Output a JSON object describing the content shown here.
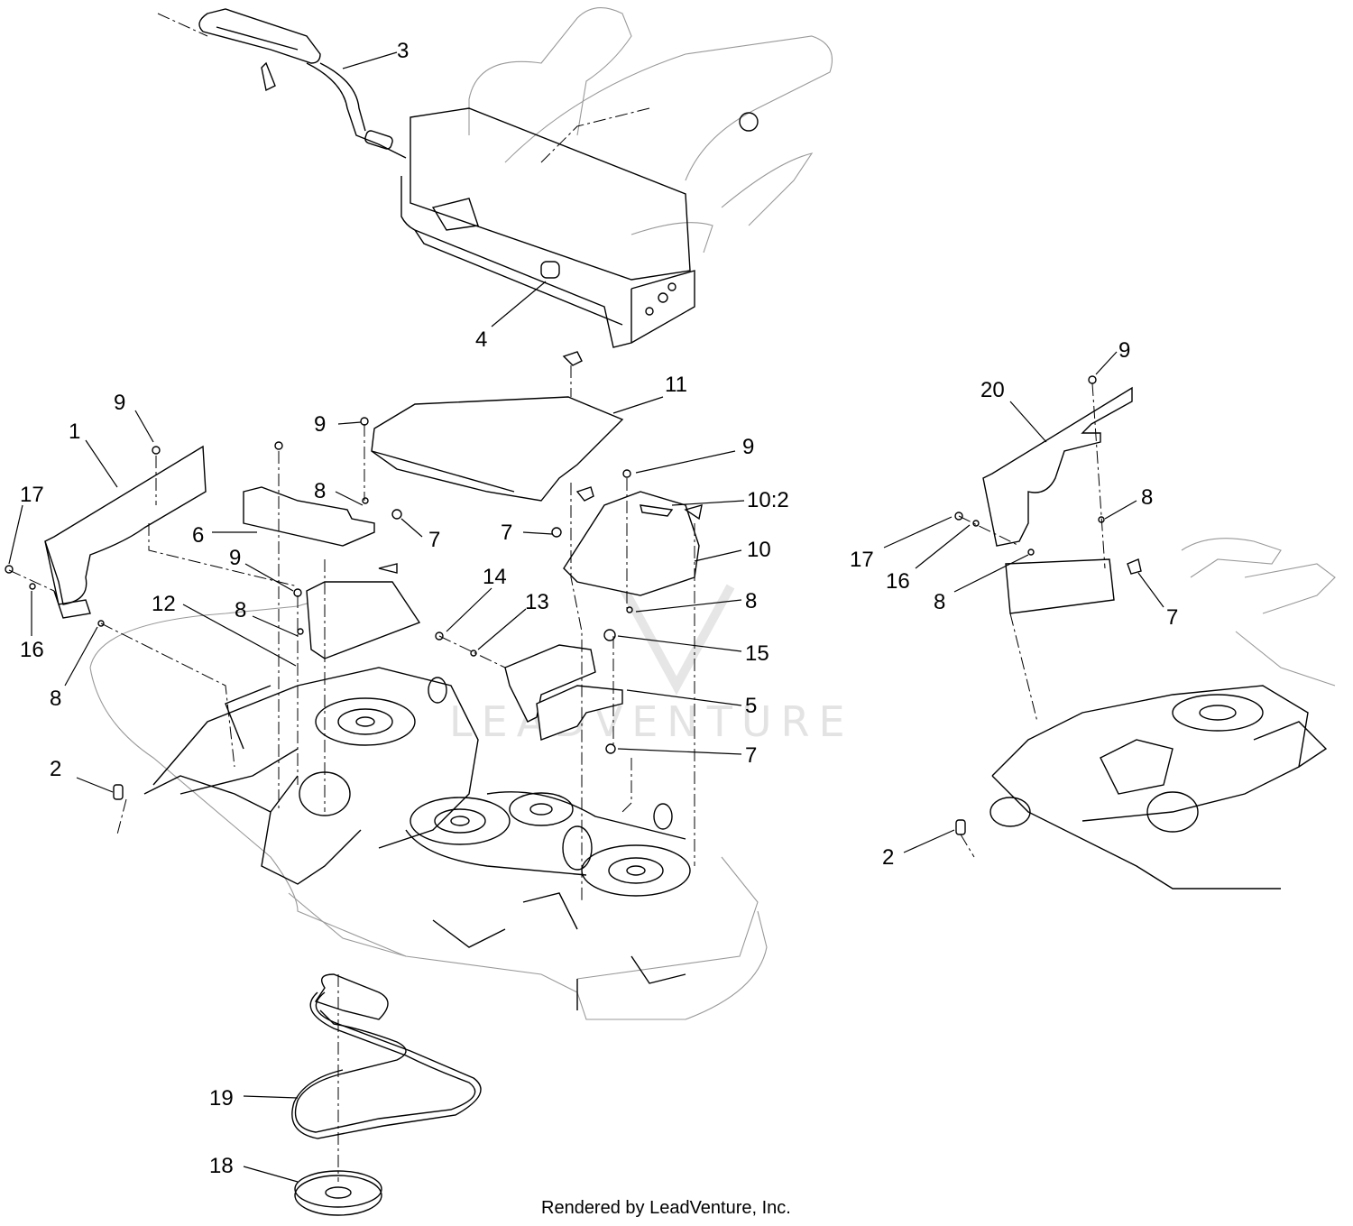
{
  "diagram": {
    "callouts": [
      {
        "id": "c3",
        "label": "3"
      },
      {
        "id": "c4",
        "label": "4"
      },
      {
        "id": "c9a",
        "label": "9"
      },
      {
        "id": "c1",
        "label": "1"
      },
      {
        "id": "c17a",
        "label": "17"
      },
      {
        "id": "c16a",
        "label": "16"
      },
      {
        "id": "c8a",
        "label": "8"
      },
      {
        "id": "c9b",
        "label": "9"
      },
      {
        "id": "c11",
        "label": "11"
      },
      {
        "id": "c9c",
        "label": "9"
      },
      {
        "id": "c8b",
        "label": "8"
      },
      {
        "id": "c6",
        "label": "6"
      },
      {
        "id": "c7a",
        "label": "7"
      },
      {
        "id": "c9d",
        "label": "9"
      },
      {
        "id": "c12",
        "label": "12"
      },
      {
        "id": "c8c",
        "label": "8"
      },
      {
        "id": "c7b",
        "label": "7"
      },
      {
        "id": "c102",
        "label": "10:2"
      },
      {
        "id": "c10",
        "label": "10"
      },
      {
        "id": "c14",
        "label": "14"
      },
      {
        "id": "c13",
        "label": "13"
      },
      {
        "id": "c8d",
        "label": "8"
      },
      {
        "id": "c15",
        "label": "15"
      },
      {
        "id": "c5",
        "label": "5"
      },
      {
        "id": "c7c",
        "label": "7"
      },
      {
        "id": "c2a",
        "label": "2"
      },
      {
        "id": "c19",
        "label": "19"
      },
      {
        "id": "c18",
        "label": "18"
      },
      {
        "id": "c9e",
        "label": "9"
      },
      {
        "id": "c20",
        "label": "20"
      },
      {
        "id": "c8e",
        "label": "8"
      },
      {
        "id": "c17b",
        "label": "17"
      },
      {
        "id": "c16b",
        "label": "16"
      },
      {
        "id": "c8f",
        "label": "8"
      },
      {
        "id": "c7d",
        "label": "7"
      },
      {
        "id": "c2b",
        "label": "2"
      }
    ],
    "watermark": "LEADVENTURE",
    "footer": "Rendered by LeadVenture, Inc."
  }
}
